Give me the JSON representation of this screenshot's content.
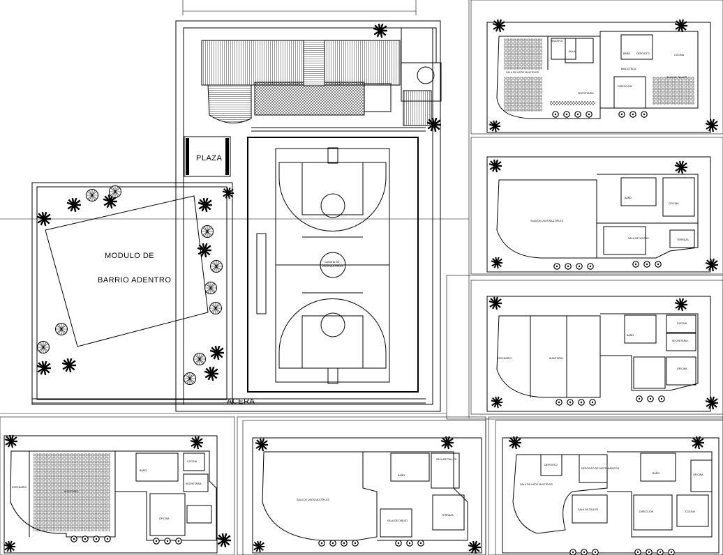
{
  "drawing": {
    "site_plan": {
      "plaza_label": "PLAZA",
      "module_label_line1": "MODULO DE",
      "module_label_line2": "BARRIO ADENTRO",
      "sidewalk_label": "ACERA",
      "court_center_label_line1": "CANCHA DE",
      "court_center_label_line2": "USOS MULTIPLES"
    },
    "plans": [
      {
        "id": "plan-top-right",
        "rooms": [
          "SALA DE USOS MULTIPLES",
          "AULA",
          "BAÑO",
          "DEPOSITO",
          "SALA DE TALLER",
          "COCINA",
          "DIRECCION",
          "SECRETARIA",
          "ARCHIVO",
          "BIBLIOTECA"
        ]
      },
      {
        "id": "plan-mid-right",
        "rooms": [
          "SALA DE USOS MULTIPLES",
          "BAÑO",
          "SALA DE VISITAS",
          "OFICINA",
          "TERRAZA"
        ]
      },
      {
        "id": "plan-lower-right",
        "rooms": [
          "AUDITORIO",
          "BAÑO",
          "COCINA",
          "SECRETARIA",
          "OFICINA",
          "ESCENARIO"
        ]
      },
      {
        "id": "plan-bottom-left",
        "rooms": [
          "AUDITORIO",
          "ESCENARIO",
          "BAÑO",
          "COCINA",
          "SECRETARIA",
          "OFICINA"
        ]
      },
      {
        "id": "plan-bottom-mid",
        "rooms": [
          "SALA DE USOS MULTIPLES",
          "BAÑO",
          "SALA DE TALLER",
          "SALA DE DIBUJO",
          "TERRAZA"
        ]
      },
      {
        "id": "plan-bottom-right",
        "rooms": [
          "SALA DE USOS MULTIPLES",
          "DEPOSITO",
          "DEPOSITO DE INSTRUMENTOS",
          "BAÑO",
          "OFICINA",
          "SALA DE TALLER",
          "DIRECCION",
          "COCINA"
        ]
      }
    ]
  }
}
